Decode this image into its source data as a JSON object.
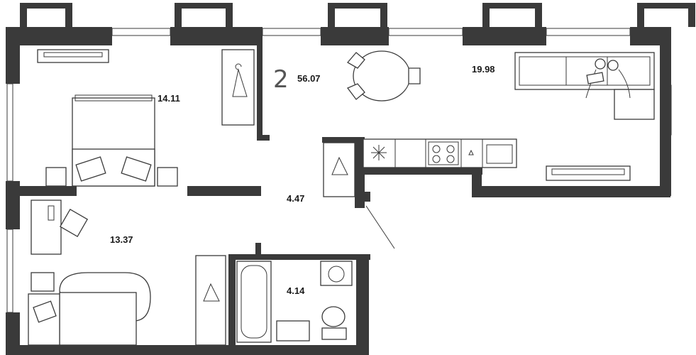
{
  "apartment": {
    "rooms": "2",
    "total_area": "56.07"
  },
  "room_areas": {
    "bedroom": "14.11",
    "living_kitchen": "19.98",
    "hall": "4.47",
    "second_room": "13.37",
    "bathroom": "4.14"
  },
  "colors": {
    "walls": "#3a3a3a",
    "background": "#ffffff"
  }
}
